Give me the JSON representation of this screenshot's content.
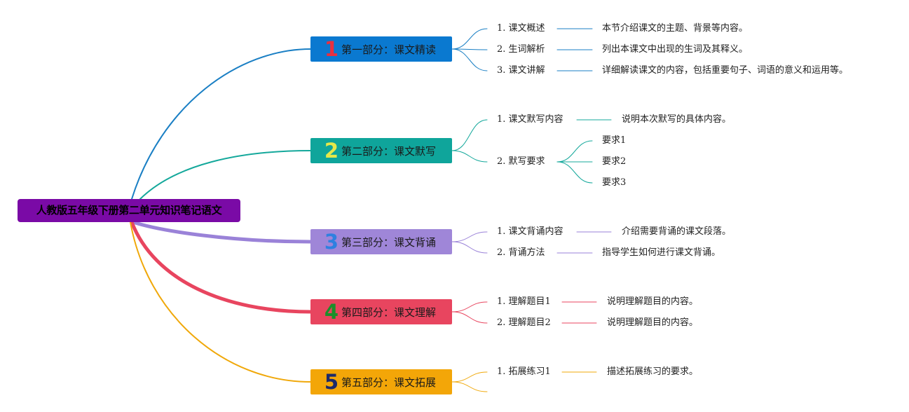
{
  "root": {
    "label": "人教版五年级下册第二单元知识笔记语文",
    "color": "#7a0aa6"
  },
  "sections": [
    {
      "number": "1",
      "label": "第一部分：课文精读",
      "box_color": "#0a79d0",
      "number_color": "#e8303f",
      "line_color": "#1a7fc4",
      "children": [
        {
          "label": "1. 课文概述",
          "detail": "本节介绍课文的主题、背景等内容。"
        },
        {
          "label": "2. 生词解析",
          "detail": "列出本课文中出现的生词及其释义。"
        },
        {
          "label": "3. 课文讲解",
          "detail": "详细解读课文的内容，包括重要句子、词语的意义和运用等。"
        }
      ]
    },
    {
      "number": "2",
      "label": "第二部分：课文默写",
      "box_color": "#0fa59b",
      "number_color": "#e5e84a",
      "line_color": "#14a89b",
      "children": [
        {
          "label": "1. 课文默写内容",
          "detail": "说明本次默写的具体内容。"
        },
        {
          "label": "2. 默写要求",
          "sub": [
            "要求1",
            "要求2",
            "要求3"
          ]
        }
      ]
    },
    {
      "number": "3",
      "label": "第三部分：课文背诵",
      "box_color": "#9f86d8",
      "number_color": "#2f80e0",
      "line_color": "#9a82d8",
      "children": [
        {
          "label": "1. 课文背诵内容",
          "detail": "介绍需要背诵的课文段落。"
        },
        {
          "label": "2. 背诵方法",
          "detail": "指导学生如何进行课文背诵。"
        }
      ]
    },
    {
      "number": "4",
      "label": "第四部分：课文理解",
      "box_color": "#e8455f",
      "number_color": "#1a8f2a",
      "line_color": "#e8455f",
      "children": [
        {
          "label": "1. 理解题目1",
          "detail": "说明理解题目的内容。"
        },
        {
          "label": "2. 理解题目2",
          "detail": "说明理解题目的内容。"
        }
      ]
    },
    {
      "number": "5",
      "label": "第五部分：课文拓展",
      "box_color": "#f3a608",
      "number_color": "#1d2a6a",
      "line_color": "#f0a80a",
      "children": [
        {
          "label": "1. 拓展练习1",
          "detail": "描述拓展练习的要求。"
        }
      ]
    }
  ]
}
